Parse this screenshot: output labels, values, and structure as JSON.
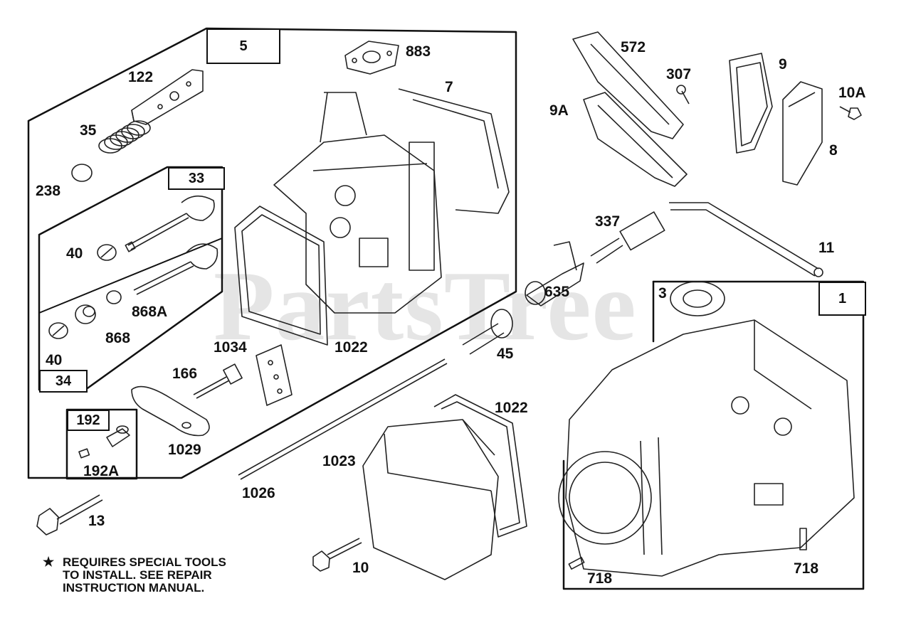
{
  "watermark": "PartsTree",
  "note": {
    "star": "★",
    "line1": "REQUIRES SPECIAL TOOLS",
    "line2": "TO INSTALL.  SEE REPAIR",
    "line3": "INSTRUCTION MANUAL."
  },
  "group_boxes": {
    "b5": "5",
    "b33": "33",
    "b34": "34",
    "b192": "192",
    "b1": "1"
  },
  "labels": {
    "l883": "883",
    "l7": "7",
    "l122": "122",
    "l35": "35",
    "l238": "238",
    "l40a": "40",
    "l40b": "40",
    "l868": "868",
    "l868A": "868A",
    "l1034": "1034",
    "l1022a": "1022",
    "l166": "166",
    "l1029": "1029",
    "l192A": "192A",
    "l13": "13",
    "l1026": "1026",
    "l1023": "1023",
    "l1022b": "1022",
    "l10": "10",
    "l45": "45",
    "l572": "572",
    "l307": "307",
    "l9A": "9A",
    "l9": "9",
    "l10A": "10A",
    "l8": "8",
    "l337": "337",
    "l11": "11",
    "l635": "635",
    "l3": "3",
    "l718a": "718",
    "l718b": "718"
  }
}
